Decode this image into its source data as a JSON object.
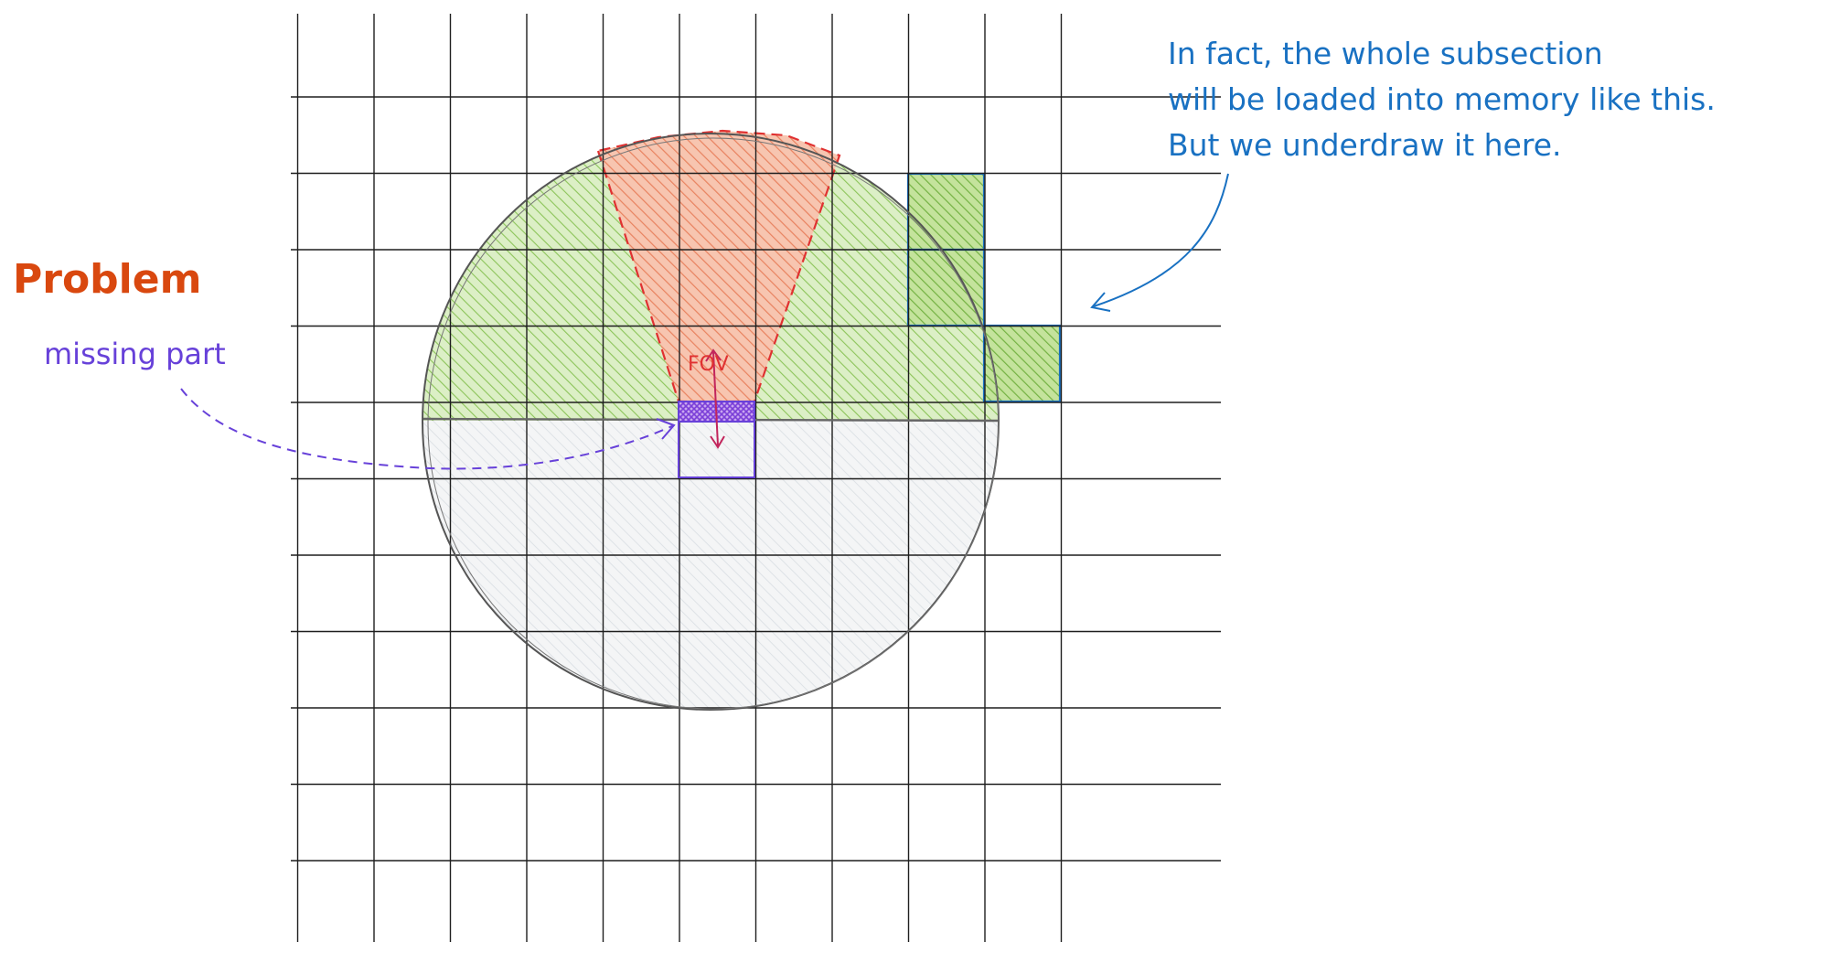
{
  "labels": {
    "problem": "Problem",
    "missing_part": "missing part",
    "fov": "FOV",
    "note_line1": "In fact, the whole subsection",
    "note_line2": "will be loaded into memory like this.",
    "note_line3": "But we underdraw it here."
  },
  "colors": {
    "grid": "#1e1e1e",
    "circle_fill": "#c9e6a8",
    "lower_fill": "#e9ecef",
    "fov": "#e03131",
    "fov_fill": "#f4a48a",
    "missing": "#6741d9",
    "note": "#1971c2",
    "subsection_fill": "#9ccb63",
    "problem": "#d9480f"
  }
}
